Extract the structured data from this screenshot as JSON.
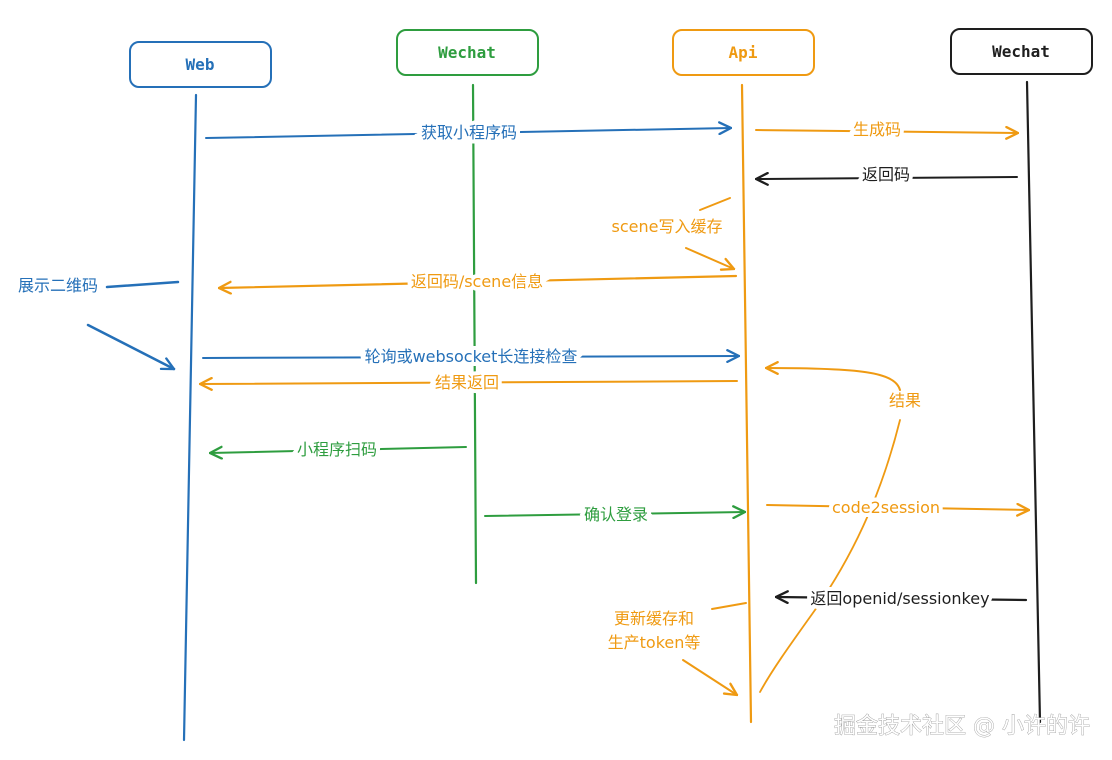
{
  "colors": {
    "web": "#2570b8",
    "wechat_app": "#2e9d3f",
    "api": "#ef9a12",
    "wechat_server": "#1e1e1e",
    "watermark": "#9a9a9a"
  },
  "participants": {
    "web": "Web",
    "wechat_app": "Wechat",
    "api": "Api",
    "wechat_server": "Wechat"
  },
  "messages": {
    "get_qrcode": "获取小程序码",
    "generate_code": "生成码",
    "return_code": "返回码",
    "scene_cache": "scene写入缓存",
    "return_scene": "返回码/scene信息",
    "show_qrcode": "展示二维码",
    "poll": "轮询或websocket长连接检查",
    "result_return": "结果返回",
    "result": "结果",
    "scan": "小程序扫码",
    "confirm_login": "确认登录",
    "code2session": "code2session",
    "return_openid": "返回openid/sessionkey",
    "update_cache_1": "更新缓存和",
    "update_cache_2": "生产token等"
  },
  "watermark": "掘金技术社区 @ 小许的许"
}
